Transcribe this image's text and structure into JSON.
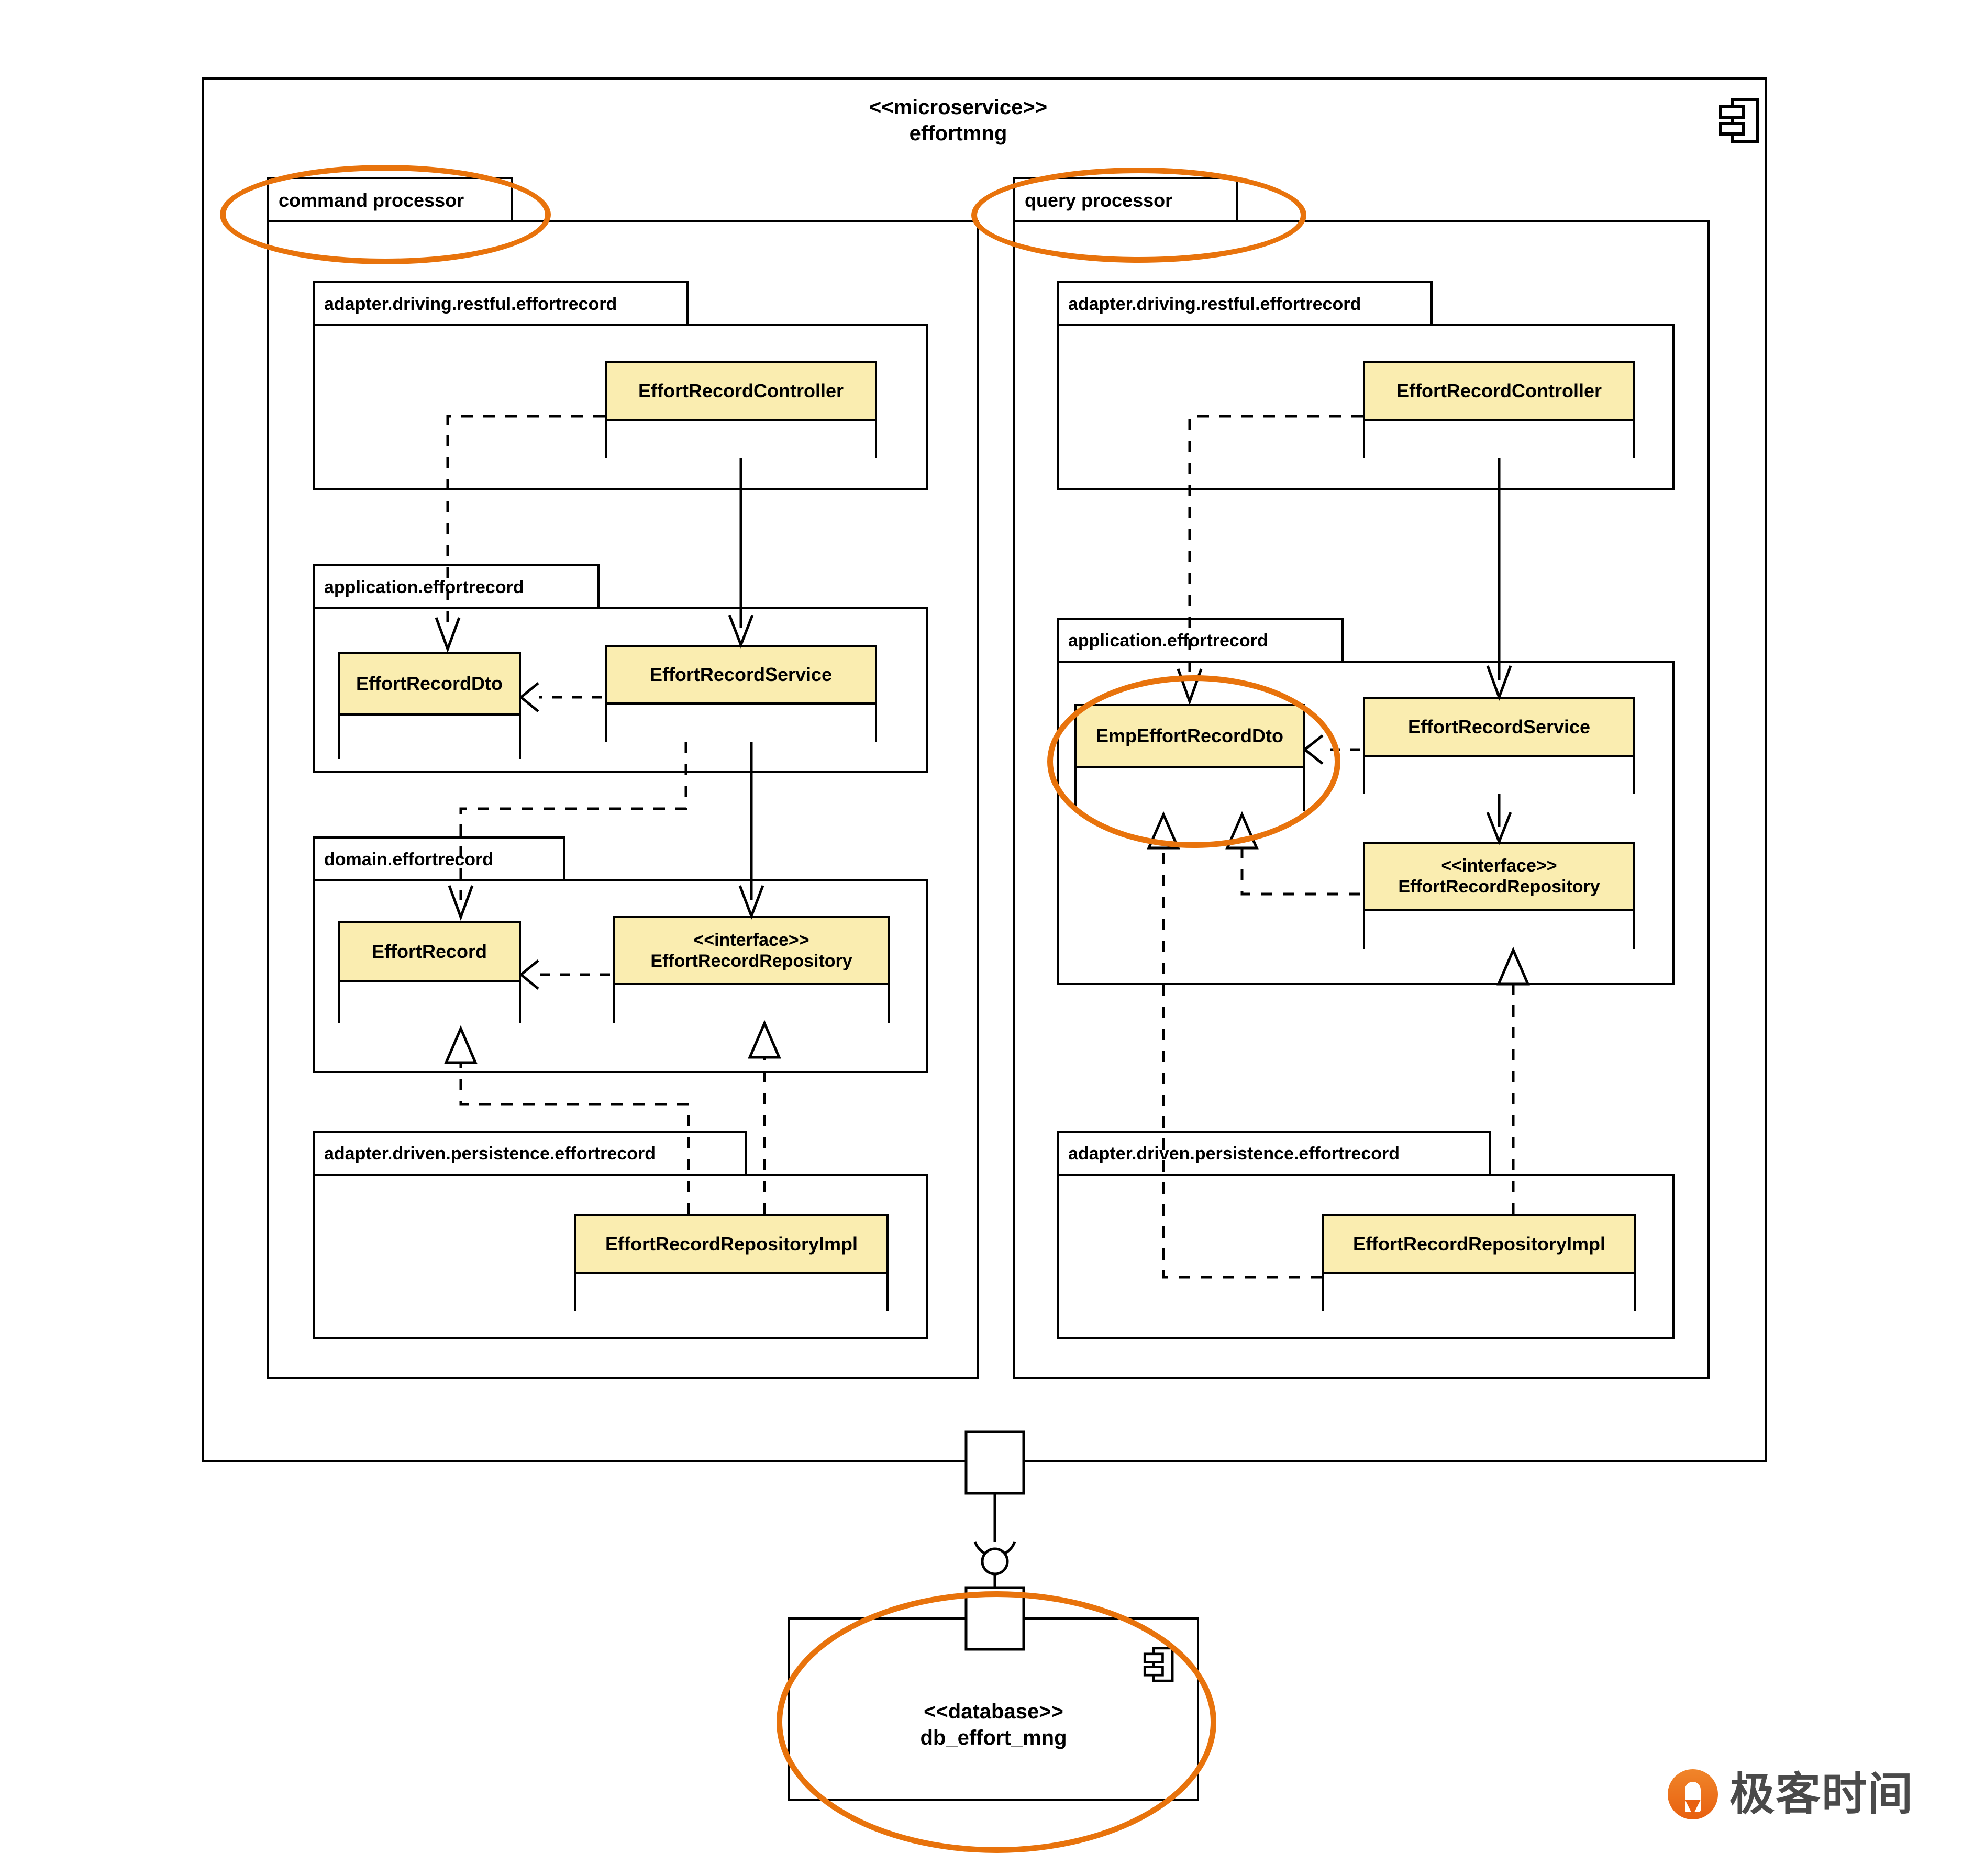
{
  "diagram": {
    "type": "uml-component-diagram",
    "microservice": {
      "stereotype": "<<microservice>>",
      "name": "effortmng",
      "component_icon": "component-icon"
    },
    "processors": [
      {
        "key": "command",
        "label": "command processor",
        "highlighted": true,
        "packages": [
          {
            "key": "driving",
            "label": "adapter.driving.restful.effortrecord",
            "classes": [
              {
                "key": "controller",
                "stereotype": "",
                "name": "EffortRecordController",
                "highlighted": false
              }
            ]
          },
          {
            "key": "application",
            "label": "application.effortrecord",
            "classes": [
              {
                "key": "dto",
                "stereotype": "",
                "name": "EffortRecordDto",
                "highlighted": false
              },
              {
                "key": "service",
                "stereotype": "",
                "name": "EffortRecordService",
                "highlighted": false
              }
            ]
          },
          {
            "key": "domain",
            "label": "domain.effortrecord",
            "classes": [
              {
                "key": "entity",
                "stereotype": "",
                "name": "EffortRecord",
                "highlighted": false
              },
              {
                "key": "repository",
                "stereotype": "<<interface>>",
                "name": "EffortRecordRepository",
                "highlighted": false
              }
            ]
          },
          {
            "key": "driven",
            "label": "adapter.driven.persistence.effortrecord",
            "classes": [
              {
                "key": "repoimpl",
                "stereotype": "",
                "name": "EffortRecordRepositoryImpl",
                "highlighted": false
              }
            ]
          }
        ]
      },
      {
        "key": "query",
        "label": "query processor",
        "highlighted": true,
        "packages": [
          {
            "key": "driving",
            "label": "adapter.driving.restful.effortrecord",
            "classes": [
              {
                "key": "controller",
                "stereotype": "",
                "name": "EffortRecordController",
                "highlighted": false
              }
            ]
          },
          {
            "key": "application",
            "label": "application.effortrecord",
            "classes": [
              {
                "key": "dto",
                "stereotype": "",
                "name": "EmpEffortRecordDto",
                "highlighted": true
              },
              {
                "key": "service",
                "stereotype": "",
                "name": "EffortRecordService",
                "highlighted": false
              },
              {
                "key": "repository",
                "stereotype": "<<interface>>",
                "name": "EffortRecordRepository",
                "highlighted": false
              }
            ]
          },
          {
            "key": "driven",
            "label": "adapter.driven.persistence.effortrecord",
            "classes": [
              {
                "key": "repoimpl",
                "stereotype": "",
                "name": "EffortRecordRepositoryImpl",
                "highlighted": false
              }
            ]
          }
        ]
      }
    ],
    "database": {
      "stereotype": "<<database>>",
      "name": "db_effort_mng",
      "highlighted": true,
      "component_icon": "component-icon"
    },
    "colors": {
      "class_fill": "#FAEDB0",
      "highlight": "#E8730C",
      "line": "#000000",
      "background": "#FFFFFF"
    },
    "watermark": {
      "text": "极客时间",
      "icon": "geektime-logo-icon"
    }
  }
}
